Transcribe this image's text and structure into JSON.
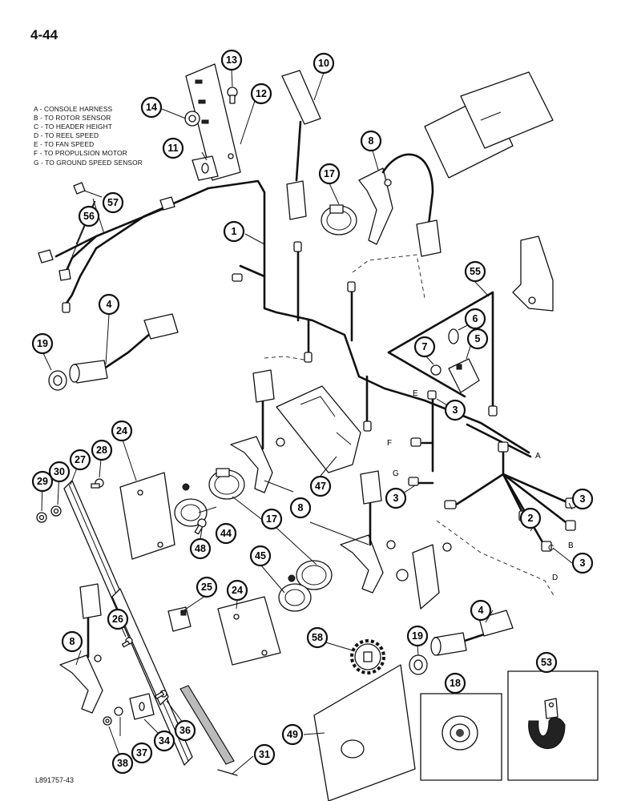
{
  "page_number": "4-44",
  "figure_code": "L891757-43",
  "legend": [
    "A - CONSOLE HARNESS",
    "B - TO ROTOR SENSOR",
    "C - TO HEADER HEIGHT",
    "D - TO REEL SPEED",
    "E - TO FAN SPEED",
    "F - TO PROPULSION MOTOR",
    "G - TO GROUND SPEED SENSOR"
  ],
  "wire_labels": {
    "A": "A",
    "B": "B",
    "C": "C",
    "D": "D",
    "E": "E",
    "F": "F",
    "G": "G"
  },
  "callouts": {
    "c1": "1",
    "c2": "2",
    "c3a": "3",
    "c3b": "3",
    "c3c": "3",
    "c3d": "3",
    "c4a": "4",
    "c4b": "4",
    "c5": "5",
    "c6": "6",
    "c7": "7",
    "c8a": "8",
    "c8b": "8",
    "c8c": "8",
    "c10": "10",
    "c11": "11",
    "c12": "12",
    "c13": "13",
    "c14": "14",
    "c17a": "17",
    "c17b": "17",
    "c18": "18",
    "c19a": "19",
    "c19b": "19",
    "c24a": "24",
    "c24b": "24",
    "c25": "25",
    "c26": "26",
    "c27": "27",
    "c28": "28",
    "c29": "29",
    "c30": "30",
    "c31": "31",
    "c34": "34",
    "c36": "36",
    "c37": "37",
    "c38": "38",
    "c44": "44",
    "c45": "45",
    "c47": "47",
    "c48": "48",
    "c49": "49",
    "c53": "53",
    "c55": "55",
    "c56": "56",
    "c57": "57",
    "c58": "58"
  }
}
